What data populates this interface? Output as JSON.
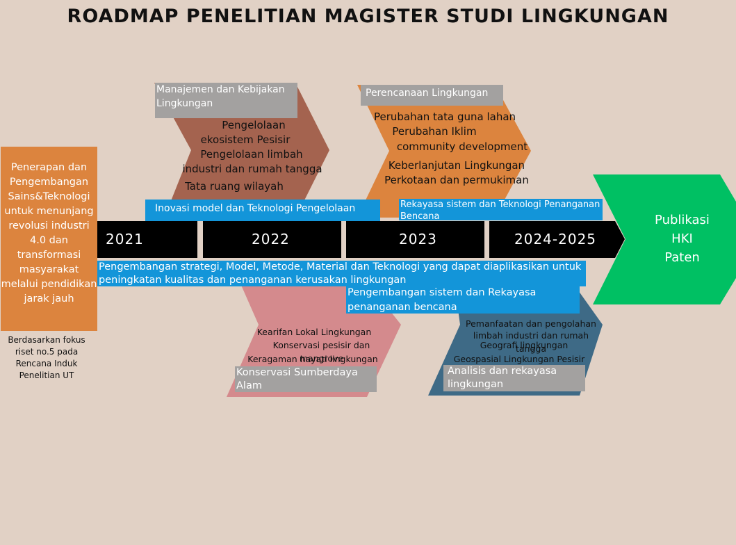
{
  "title": "ROADMAP PENELITIAN MAGISTER STUDI LINGKUNGAN",
  "left_panel": {
    "text": "Penerapan dan Pengembangan Sains&Teknologi untuk menunjang revolusi industri 4.0 dan transformasi masyarakat melalui pendidikan jarak jauh",
    "note": "Berdasarkan fokus riset no.5 pada Rencana Induk Penelitian UT"
  },
  "years": [
    "2021",
    "2022",
    "2023",
    "2024-2025"
  ],
  "outcome": [
    "Publikasi",
    "HKI",
    "Paten"
  ],
  "upper_left": {
    "label": "Manajemen dan Kebijakan Lingkungan",
    "items": [
      "Pengelolaan",
      "ekosistem Pesisir",
      "Pengelolaan limbah",
      "industri dan rumah tangga",
      "Tata ruang wilayah"
    ]
  },
  "upper_right": {
    "label": "Perencanaan Lingkungan",
    "items": [
      "Perubahan tata guna lahan",
      "Perubahan Iklim",
      "community development",
      "Keberlanjutan Lingkungan",
      "Perkotaan dan permukiman"
    ]
  },
  "blue_bars": {
    "inovasi": "Inovasi model dan Teknologi Pengelolaan",
    "rekayasa": "Rekayasa sistem dan Teknologi Penanganan Bencana",
    "strategi": "Pengembangan strategi, Model, Metode, Material dan Teknologi yang dapat diaplikasikan untuk peningkatan kualitas dan penanganan kerusakan lingkungan",
    "sistem": "Pengembangan sistem dan Rekayasa penanganan bencana"
  },
  "lower_left": {
    "label": "Konservasi Sumberdaya Alam",
    "items": [
      "Kearifan Lokal Lingkungan",
      "Konservasi pesisir dan mangrove",
      "Keragaman hayati lingkungan"
    ]
  },
  "lower_right": {
    "label": "Analisis dan rekayasa lingkungan",
    "items": [
      "Pemanfaatan dan pengolahan",
      "limbah industri dan rumah tangga",
      "Geografi lingkungan",
      "Geospasial Lingkungan Pesisir"
    ]
  },
  "colors": {
    "background": "#e1d1c5",
    "orange": "#dc843e",
    "brown": "#a4634f",
    "pink": "#d48a8d",
    "slate": "#3e6a86",
    "green": "#00c063",
    "blue": "#1395d9",
    "grey": "#a3a1a0"
  }
}
